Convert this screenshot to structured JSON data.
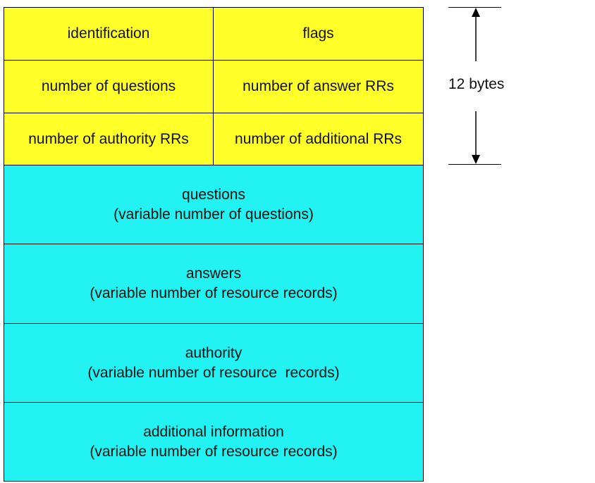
{
  "colors": {
    "header_fill": "#ffff2a",
    "section_fill": "#22f2f2",
    "border": "#000000"
  },
  "header": {
    "row1": {
      "left": "identification",
      "right": "flags"
    },
    "row2": {
      "left": "number of questions",
      "right": "number of answer RRs"
    },
    "row3": {
      "left": "number of authority RRs",
      "right": "number of additional RRs"
    }
  },
  "sections": [
    {
      "title": "questions",
      "subtitle": "(variable number of questions)"
    },
    {
      "title": "answers",
      "subtitle": "(variable number of resource records)"
    },
    {
      "title": "authority",
      "subtitle": "(variable number of resource  records)"
    },
    {
      "title": "additional information",
      "subtitle": "(variable number of resource records)"
    }
  ],
  "dimension": {
    "label": "12 bytes",
    "icons": [
      "arrow-up-icon",
      "arrow-down-icon"
    ]
  }
}
